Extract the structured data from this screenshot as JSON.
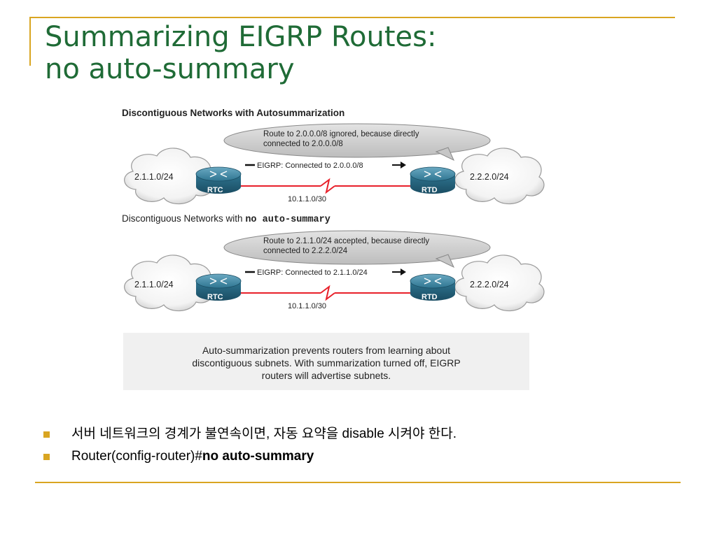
{
  "slide": {
    "title_line1": "Summarizing EIGRP Routes:",
    "title_line2": "no auto-summary",
    "accent_color": "#d9a521",
    "title_color": "#1f6b36"
  },
  "figure": {
    "top_heading": "Discontiguous Networks with Autosummarization",
    "bottom_heading_prefix": "Discontiguous Networks with ",
    "bottom_heading_code": "no auto-summary",
    "top_panel": {
      "bubble_line1": "Route to 2.0.0.0/8 ignored, because directly",
      "bubble_line2": "connected to 2.0.0.0/8",
      "update_label": "EIGRP: Connected to 2.0.0.0/8",
      "left_network": "2.1.1.0/24",
      "right_network": "2.2.2.0/24",
      "left_router": "RTC",
      "right_router": "RTD",
      "link_subnet": "10.1.1.0/30"
    },
    "bottom_panel": {
      "bubble_line1": "Route to 2.1.1.0/24 accepted, because directly",
      "bubble_line2": "connected to 2.2.2.0/24",
      "update_label": "EIGRP: Connected to 2.1.1.0/24",
      "left_network": "2.1.1.0/24",
      "right_network": "2.2.2.0/24",
      "left_router": "RTC",
      "right_router": "RTD",
      "link_subnet": "10.1.1.0/30"
    },
    "caption_line1": "Auto-summarization prevents routers from learning about",
    "caption_line2": "discontiguous subnets. With summarization turned off, EIGRP",
    "caption_line3": "routers will advertise subnets."
  },
  "bullets": {
    "item1": "서버 네트워크의 경계가 불연속이면, 자동 요약을 disable 시켜야 한다.",
    "item2_prefix": "Router(config-router)#",
    "item2_bold": "no auto-summary"
  }
}
